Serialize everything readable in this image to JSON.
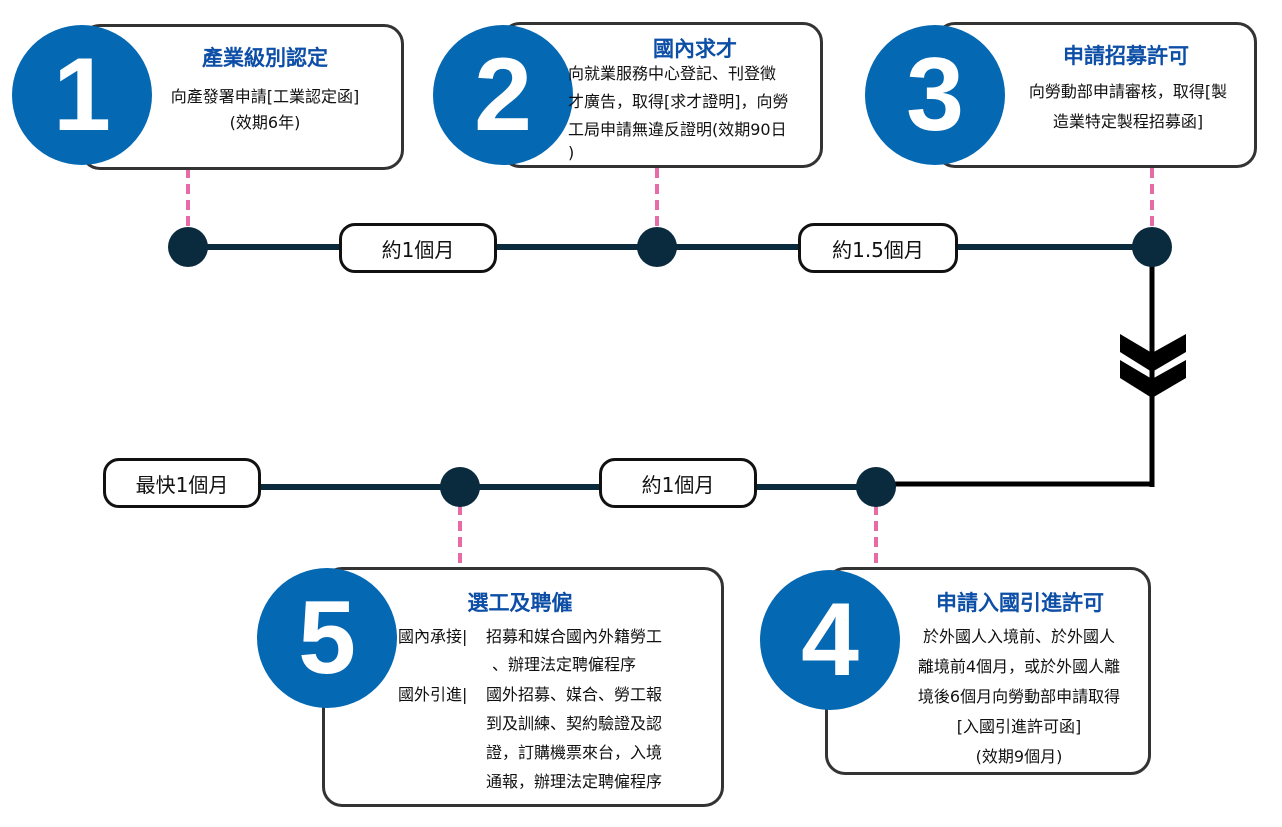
{
  "colors": {
    "badge": "#0468b3",
    "title": "#0d4ea6",
    "timeline": "#0a2a3e",
    "connector": "#e86aa6"
  },
  "steps": [
    {
      "number": "1",
      "title": "產業級別認定",
      "lines": [
        "向產發署申請[工業認定函]",
        "(效期6年)"
      ]
    },
    {
      "number": "2",
      "title": "國內求才",
      "lines": [
        "向就業服務中心登記、刊登徵",
        "才廣告，取得[求才證明]，向勞",
        "工局申請無違反證明(效期90日",
        ")"
      ]
    },
    {
      "number": "3",
      "title": "申請招募許可",
      "lines": [
        "向勞動部申請審核，取得[製",
        "造業特定製程招募函]"
      ]
    },
    {
      "number": "4",
      "title": "申請入國引進許可",
      "lines": [
        "於外國人入境前、於外國人",
        "離境前4個月，或於外國人離",
        "境後6個月向勞動部申請取得",
        "[入國引進許可函]",
        "(效期9個月)"
      ]
    },
    {
      "number": "5",
      "title": "選工及聘僱",
      "rows": [
        {
          "label": "國內承接|",
          "lines": [
            "招募和媒合國內外籍勞工",
            "、辦理法定聘僱程序"
          ]
        },
        {
          "label": "國外引進|",
          "lines": [
            "國外招募、媒合、勞工報",
            "到及訓練、契約驗證及認",
            "證，訂購機票來台，入境",
            "通報，辦理法定聘僱程序"
          ]
        }
      ]
    }
  ],
  "durations": {
    "step1_to_2": "約1個月",
    "step2_to_3": "約1.5個月",
    "step4_to_5": "約1個月",
    "step5_final": "最快1個月"
  },
  "arrow_icon": "double-chevron-down-icon"
}
